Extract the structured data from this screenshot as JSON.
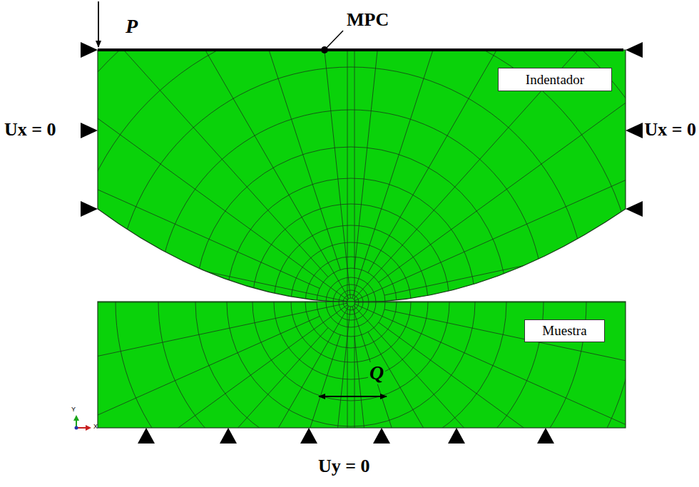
{
  "diagram": {
    "nodes": [
      {
        "text": [
          "Indentador"
        ]
      },
      {
        "text": [
          "Muestra"
        ]
      }
    ],
    "edges": [],
    "labels": [
      "P",
      "MPC",
      "Ux = 0",
      "Ux = 0",
      "Q",
      "Uy = 0",
      "Y",
      "X"
    ]
  }
}
